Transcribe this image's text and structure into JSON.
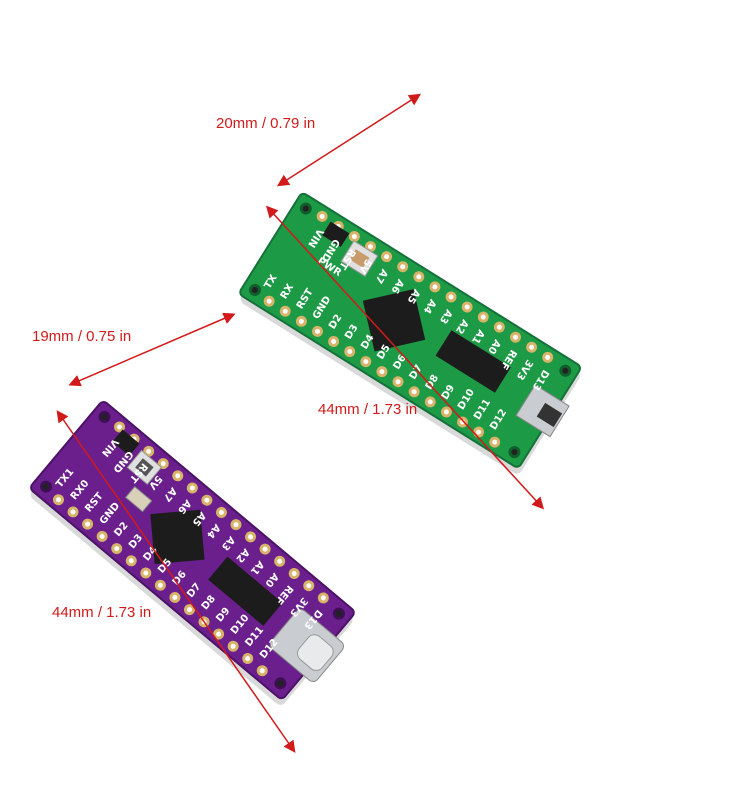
{
  "dimensions": {
    "green_width": "20mm / 0.79 in",
    "green_length": "44mm / 1.73 in",
    "purple_width": "19mm / 0.75 in",
    "purple_length": "44mm / 1.73 in"
  },
  "colors": {
    "dimension": "#d11a1a",
    "green_board": "#1d9a45",
    "purple_board": "#6a1f8c",
    "chip": "#1c1c1c",
    "usb_metal": "#c9ccd0"
  },
  "green_board": {
    "top_labels": [
      "TX",
      "RX",
      "RST",
      "GND",
      "D2",
      "D3",
      "D4",
      "D5",
      "D6",
      "D7",
      "D8",
      "D9",
      "D10",
      "D11",
      "D12"
    ],
    "bottom_labels": [
      "VIN",
      "GND",
      "RST",
      "5V",
      "A7",
      "A6",
      "A5",
      "A4",
      "A3",
      "A2",
      "A1",
      "A0",
      "REF",
      "3V3",
      "D13"
    ],
    "pwr_label": "PWR"
  },
  "purple_board": {
    "top_labels": [
      "TX1",
      "RX0",
      "RST",
      "GND",
      "D2",
      "D3",
      "D4",
      "D5",
      "D6",
      "D7",
      "D8",
      "D9",
      "D10",
      "D11",
      "D12"
    ],
    "bottom_labels": [
      "VIN",
      "GND",
      "RST",
      "5V",
      "A7",
      "A6",
      "A5",
      "A4",
      "A3",
      "A2",
      "A1",
      "A0",
      "REF",
      "3V3",
      "D13"
    ]
  }
}
